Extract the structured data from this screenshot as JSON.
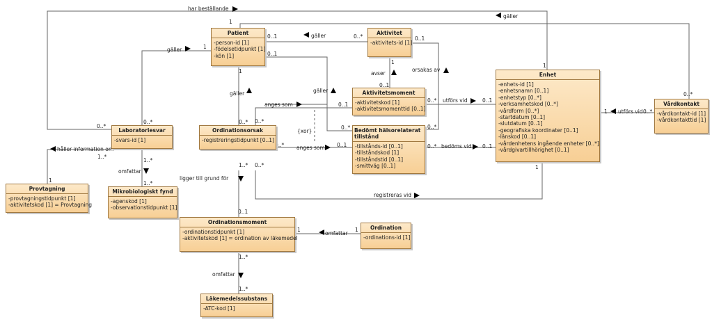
{
  "classes": {
    "patient": {
      "name": "Patient",
      "attrs": [
        "-person-id [1]",
        "-födelsetidpunkt [1]",
        "-kön [1]"
      ]
    },
    "aktivitet": {
      "name": "Aktivitet",
      "attrs": [
        "-aktivitets-id [1]"
      ]
    },
    "enhet": {
      "name": "Enhet",
      "attrs": [
        "-enhets-id [1]",
        "-enhetsnamn [0..1]",
        "-enhetstyp [0..*]",
        "-verksamhetskod [0..*]",
        "-vårdform [0..*]",
        "-startdatum [0..1]",
        "-slutdatum [0..1]",
        "-geografiska koordinater [0..1]",
        "-länskod [0..1]",
        "-vårdenhetens ingående enheter [0..*]",
        "-vårdgivartillhörighet [0..1]"
      ]
    },
    "vardkontakt": {
      "name": "Vårdkontakt",
      "attrs": [
        "-vårdkontakt-id [1]",
        "-vårdkontakttid [1]"
      ]
    },
    "aktivitetsmoment": {
      "name": "Aktivitetsmoment",
      "attrs": [
        "-aktivitetskod [1]",
        "-aktivitetsmomenttid [0..1]"
      ]
    },
    "bedomt": {
      "name": "Bedömt hälsorelaterat tillstånd",
      "attrs": [
        "-tillstånds-id [0..1]",
        "-tillståndskod [1]",
        "-tillståndstid [0..1]",
        "-smittväg [0..1]"
      ]
    },
    "laboratoriesvar": {
      "name": "Laboratoriesvar",
      "attrs": [
        "-svars-id [1]"
      ]
    },
    "ordinationsorsak": {
      "name": "Ordinationsorsak",
      "attrs": [
        "-registreringstidpunkt [0..1]"
      ]
    },
    "provtagning": {
      "name": "Provtagning",
      "attrs": [
        "-provtagningstidpunkt [1]",
        "-aktivitetskod [1] = Provtagning"
      ]
    },
    "mikro": {
      "name": "Mikrobiologiskt fynd",
      "attrs": [
        "-agenskod [1]",
        "-observationstidpunkt [1]"
      ]
    },
    "ordinationsmoment": {
      "name": "Ordinationsmoment",
      "attrs": [
        "-ordinationstidpunkt [1]",
        "-aktivitetskod [1] = ordination av läkemedel"
      ]
    },
    "ordination": {
      "name": "Ordination",
      "attrs": [
        "-ordinations-id [1]"
      ]
    },
    "lakemedel": {
      "name": "Läkemedelssubstans",
      "attrs": [
        "-ATC-kod [1]"
      ]
    }
  },
  "labels": {
    "har_bestallande": "har beställande",
    "galler_top": "gäller",
    "galler_pat_akt": "gäller",
    "galler_lab_pat": "gäller",
    "galler_ord_pat": "gäller",
    "galler_mid": "gäller",
    "avser": "avser",
    "orsakas_av": "orsakas av",
    "anges_som_1": "anges som",
    "anges_som_2": "anges som",
    "xor": "{xor}",
    "utfors_vid_1": "utförs vid",
    "utfors_vid_2": "utförs vid",
    "bedoms_vid": "bedöms vid",
    "registreras_vid": "registreras vid",
    "haller_information_om": "håller information om",
    "omfattar_1": "omfattar",
    "omfattar_2": "omfattar",
    "omfattar_3": "omfattar",
    "ligger_till_grund_for": "ligger till grund för"
  },
  "multiplicities": {
    "m_pat_top": "1",
    "m_enh_top": "1",
    "m_vk_top": "0..*",
    "m_pat_akt": "0..1",
    "m_akt_pat": "0..*",
    "m_pat_right": "0..1",
    "m_lab_pat_l": "1",
    "m_lab_pat_b": "0..*",
    "m_pat_ord": "1",
    "m_ord_pat": "0..*",
    "m_lab_top": "0..*",
    "m_akt_enh": "0..1",
    "m_akt_mom": "1",
    "m_mom_akt": "0..1",
    "m_mom_1": "0..1",
    "m_mom_enh": "0..*",
    "m_enh_mom": "0..1",
    "m_ord_anges_1": "0..*",
    "m_ord_bed": "0..*",
    "m_bed_ord": "0..1",
    "m_bed_pat": "0..*",
    "m_bed_akt": "0..*",
    "m_bed_enh": "0..*",
    "m_enh_bed": "0..1",
    "m_enh_vk": "1",
    "m_vk_enh": "0..*",
    "m_enh_bottom": "1",
    "m_ord_bottom_1": "1..*",
    "m_ord_bottom_2": "0..*",
    "m_lab_prov_1": "1..*",
    "m_lab_prov_2": "1",
    "m_lab_mik_1": "1..*",
    "m_lab_mik_2": "1..*",
    "m_om_ord": "0..1",
    "m_om_ordination_l": "1",
    "m_om_ordination_r": "1",
    "m_om_lak_1": "1..*",
    "m_om_lak_2": "1..*"
  }
}
